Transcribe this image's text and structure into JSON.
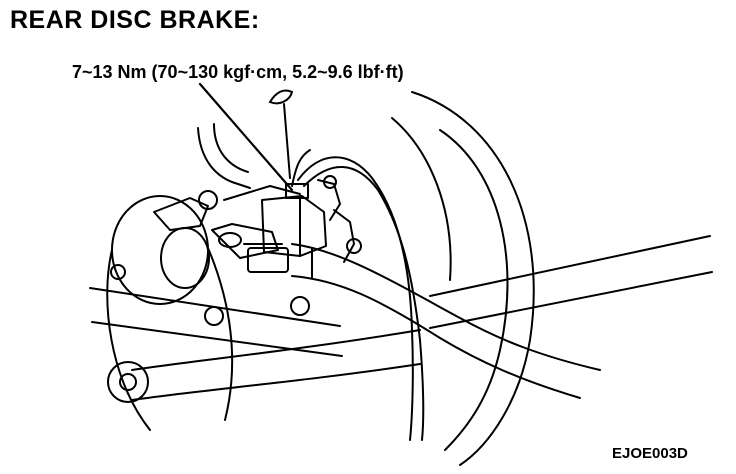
{
  "title": "REAR DISC BRAKE:",
  "torque_label": "7~13 Nm (70~130 kgf·cm, 5.2~9.6 lbf·ft)",
  "figure_code": "EJOE003D",
  "icons": {
    "fluid": "fluid-drop-icon"
  },
  "colors": {
    "line": "#000000",
    "background": "#ffffff"
  }
}
